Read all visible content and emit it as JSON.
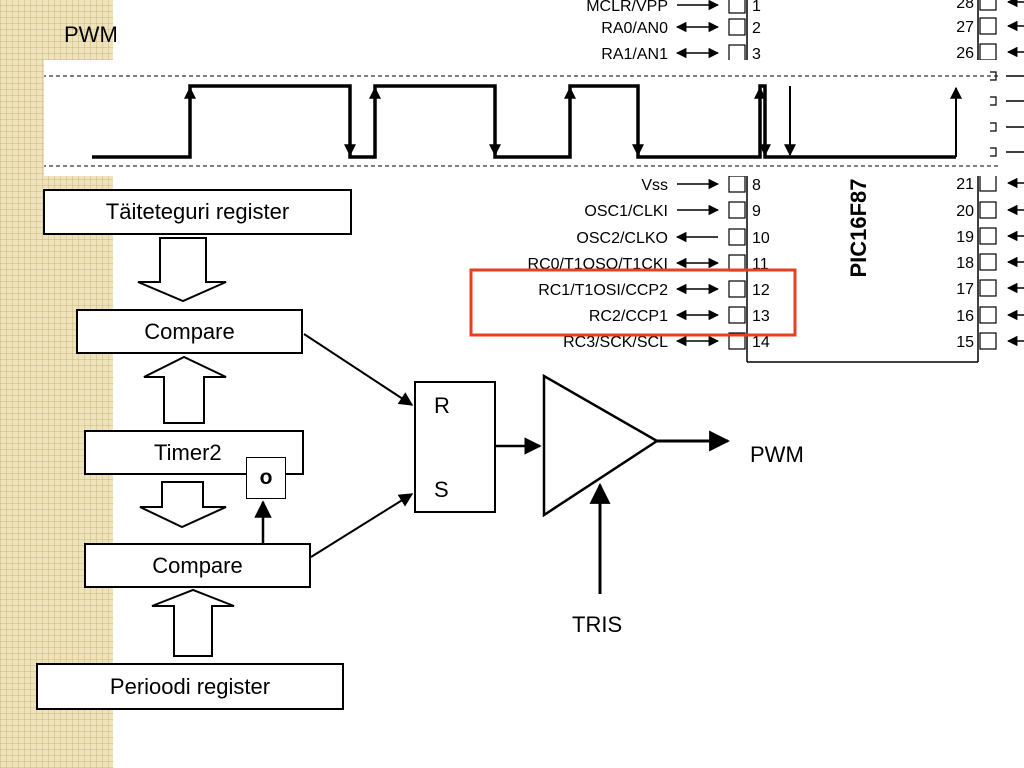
{
  "title": "PWM",
  "chip": {
    "name": "PIC16F87",
    "left_pins": [
      {
        "label": "MCLR/VPP",
        "num": "1",
        "arrow": "in"
      },
      {
        "label": "RA0/AN0",
        "num": "2",
        "arrow": "both"
      },
      {
        "label": "RA1/AN1",
        "num": "3",
        "arrow": "both"
      },
      {
        "label": "Vss",
        "num": "8",
        "arrow": "in"
      },
      {
        "label": "OSC1/CLKI",
        "num": "9",
        "arrow": "in"
      },
      {
        "label": "OSC2/CLKO",
        "num": "10",
        "arrow": "out"
      },
      {
        "label": "RC0/T1OSO/T1CKI",
        "num": "11",
        "arrow": "both"
      },
      {
        "label": "RC1/T1OSI/CCP2",
        "num": "12",
        "arrow": "both"
      },
      {
        "label": "RC2/CCP1",
        "num": "13",
        "arrow": "both"
      },
      {
        "label": "RC3/SCK/SCL",
        "num": "14",
        "arrow": "both"
      }
    ],
    "right_pins": [
      "28",
      "27",
      "26",
      "21",
      "20",
      "19",
      "18",
      "17",
      "16",
      "15"
    ],
    "highlight_color": "#e8401c"
  },
  "blocks": {
    "duty_register": "Täiteteguri register",
    "compare_top": "Compare",
    "timer2": "Timer2",
    "reset_marker": "o",
    "compare_bottom": "Compare",
    "period_register": "Perioodi register",
    "latch_r": "R",
    "latch_s": "S",
    "pwm_out": "PWM",
    "tris": "TRIS"
  }
}
